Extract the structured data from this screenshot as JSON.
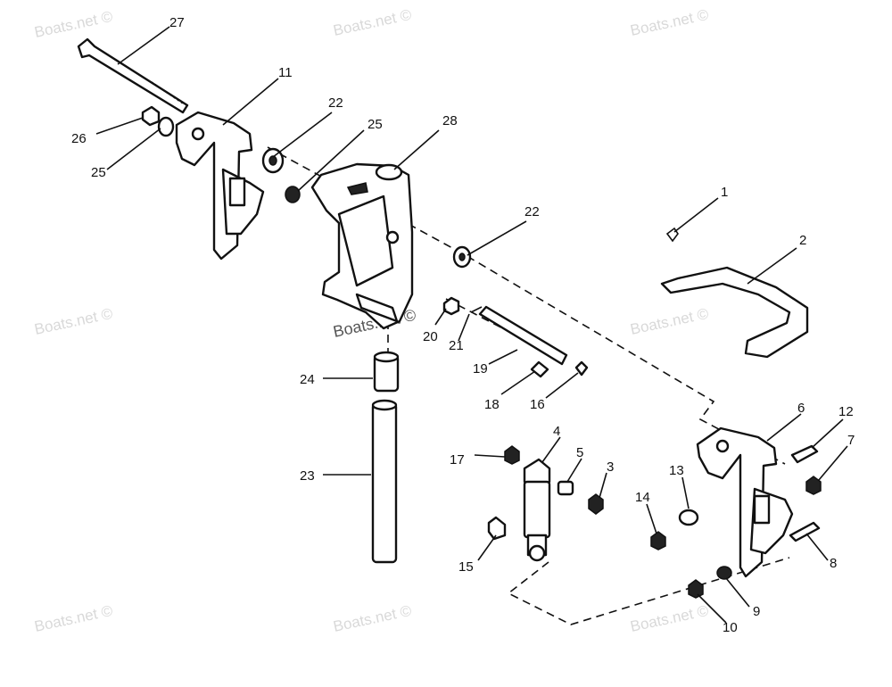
{
  "watermark": "Boats.net ©",
  "callouts": {
    "c1": "1",
    "c2": "2",
    "c3": "3",
    "c4": "4",
    "c5": "5",
    "c6": "6",
    "c7": "7",
    "c8": "8",
    "c9": "9",
    "c10": "10",
    "c11": "11",
    "c12": "12",
    "c13": "13",
    "c14": "14",
    "c15": "15",
    "c16": "16",
    "c17": "17",
    "c18": "18",
    "c19": "19",
    "c20": "20",
    "c21": "21",
    "c22a": "22",
    "c22b": "22",
    "c23": "23",
    "c24": "24",
    "c25a": "25",
    "c25b": "25",
    "c26": "26",
    "c27": "27",
    "c28": "28"
  }
}
